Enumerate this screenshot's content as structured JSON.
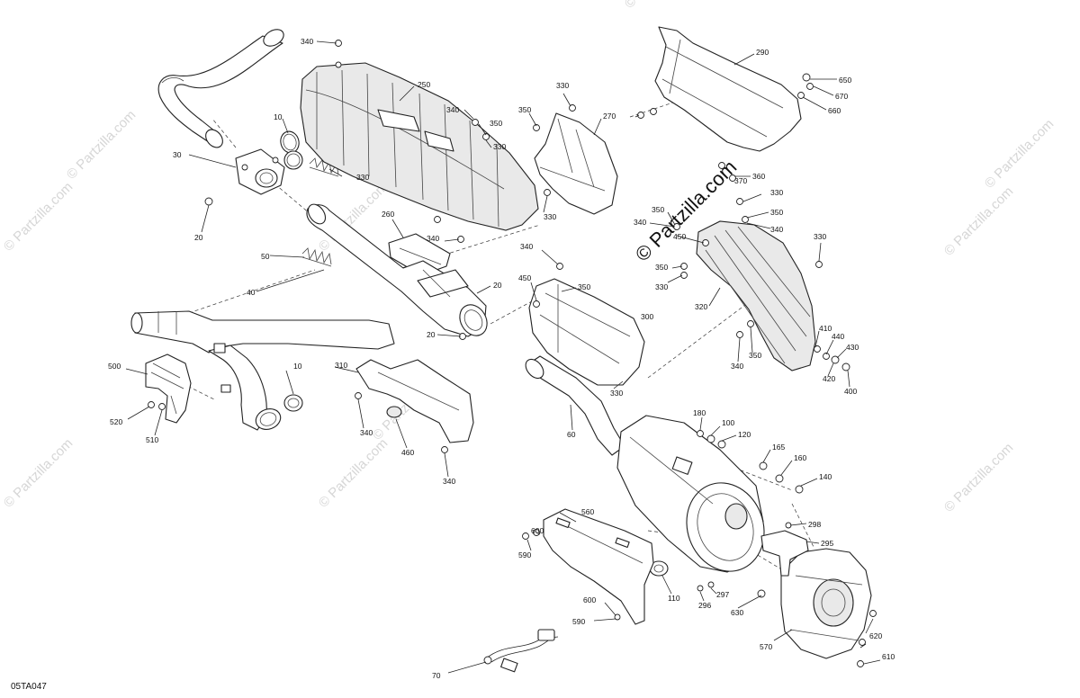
{
  "watermark": {
    "side_text": "© Partzilla.com",
    "main_text": "© Partzilla.com"
  },
  "diagram_code": "05TA047",
  "callouts": {
    "c10a": "10",
    "c10b": "10",
    "c20a": "20",
    "c20b": "20",
    "c20c": "20",
    "c30": "30",
    "c40": "40",
    "c50": "50",
    "c60": "60",
    "c70": "70",
    "c100": "100",
    "c110": "110",
    "c120": "120",
    "c140": "140",
    "c160": "160",
    "c165": "165",
    "c180": "180",
    "c250": "250",
    "c260": "260",
    "c270": "270",
    "c290": "290",
    "c295": "295",
    "c296": "296",
    "c297": "297",
    "c298": "298",
    "c300": "300",
    "c310": "310",
    "c320": "320",
    "c330a": "330",
    "c330b": "330",
    "c330c": "330",
    "c330d": "330",
    "c330e": "330",
    "c330f": "330",
    "c330g": "330",
    "c330h": "330",
    "c340a": "340",
    "c340b": "340",
    "c340c": "340",
    "c340d": "340",
    "c340e": "340",
    "c340f": "340",
    "c340g": "340",
    "c340h": "340",
    "c340i": "340",
    "c350a": "350",
    "c350b": "350",
    "c350c": "350",
    "c350d": "350",
    "c350e": "350",
    "c350f": "350",
    "c350g": "350",
    "c360": "360",
    "c370": "370",
    "c400": "400",
    "c410": "410",
    "c420": "420",
    "c430": "430",
    "c440": "440",
    "c450a": "450",
    "c450b": "450",
    "c460": "460",
    "c500": "500",
    "c510": "510",
    "c520": "520",
    "c560": "560",
    "c570": "570",
    "c590a": "590",
    "c590b": "590",
    "c600a": "600",
    "c600b": "600",
    "c610": "610",
    "c620": "620",
    "c630": "630",
    "c650": "650",
    "c660": "660",
    "c670": "670"
  }
}
